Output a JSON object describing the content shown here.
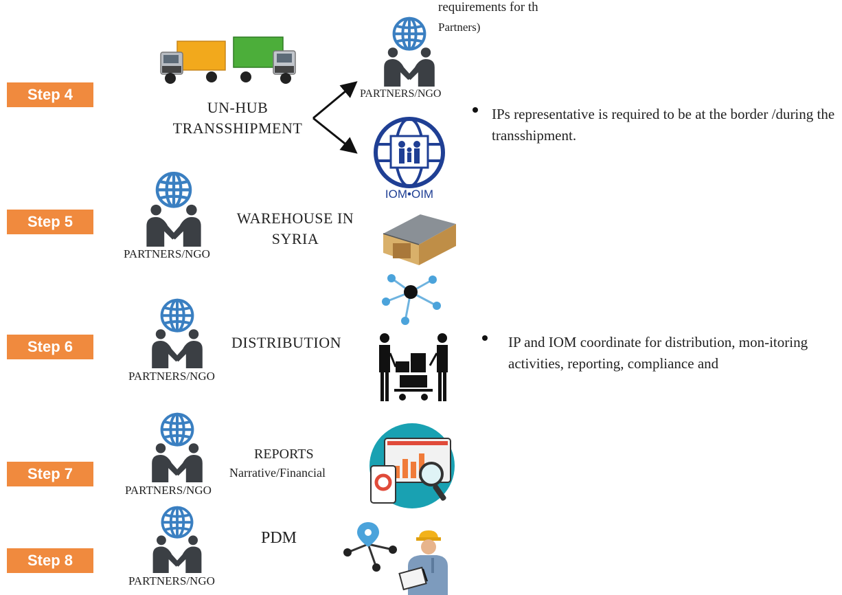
{
  "top": {
    "caption_line1": "requirements for th",
    "caption_line2": "Partners)"
  },
  "steps": [
    "Step 4",
    "Step 5",
    "Step 6",
    "Step 7",
    "Step 8"
  ],
  "partner_label": "PARTNERS/NGO",
  "step4": {
    "title_line1": "UN-HUB",
    "title_line2": "TRANSSHIPMENT",
    "iom_logo_text": "IOM•OIM",
    "bullet": "IPs representative  is required to be  at the border /during the transshipment."
  },
  "step5": {
    "title_line1": "WAREHOUSE IN",
    "title_line2": "SYRIA"
  },
  "step6": {
    "title": "DISTRIBUTION",
    "bullet": "IP and IOM coordinate for distribution, mon-itoring activities, reporting, compliance and"
  },
  "step7": {
    "title_line1": "REPORTS",
    "title_line2": "Narrative/Financial"
  },
  "step8": {
    "title": "PDM"
  },
  "colors": {
    "step_bg": "#f08a3e",
    "globe_blue": "#3a7fc1",
    "iom_blue": "#1f3f94",
    "teal": "#19a1b2"
  }
}
